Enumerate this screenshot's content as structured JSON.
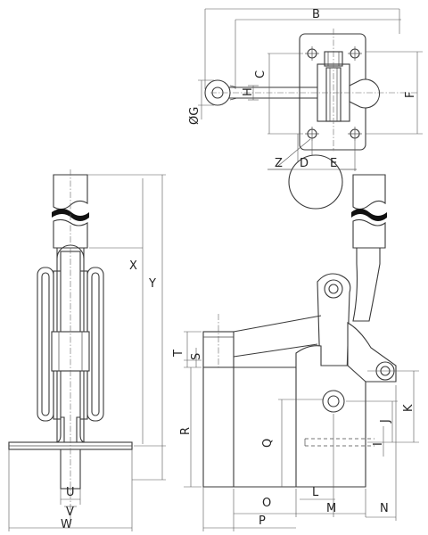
{
  "labels": {
    "B": "B",
    "C": "C",
    "H": "H",
    "F": "F",
    "G": "ØG",
    "Z": "Z",
    "D": "D",
    "E": "E",
    "X": "X",
    "Y": "Y",
    "U": "U",
    "V": "V",
    "W": "W",
    "T": "T",
    "S": "S",
    "R": "R",
    "Q": "Q",
    "K": "K",
    "J": "J",
    "I": "I",
    "O": "O",
    "L": "L",
    "M": "M",
    "P": "P",
    "N": "N"
  }
}
